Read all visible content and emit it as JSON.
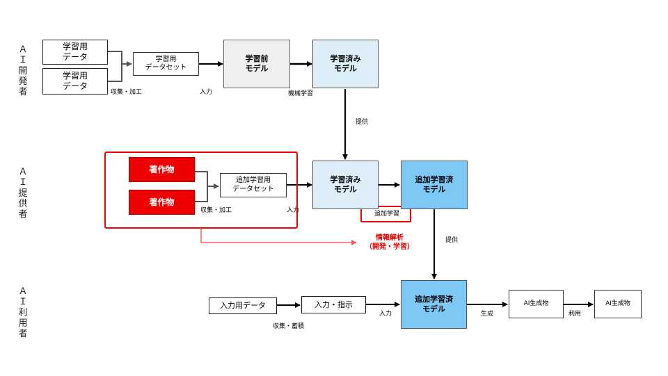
{
  "roles": {
    "developer": "ＡＩ開発者",
    "provider": "ＡＩ提供者",
    "user": "ＡＩ利用者"
  },
  "dev": {
    "data1": "学習用\nデータ",
    "data2": "学習用\nデータ",
    "dataset": "学習用\nデータセット",
    "pre_model": "学習前\nモデル",
    "trained_model": "学習済み\nモデル",
    "collect_label": "収集・加工",
    "input_label": "入力",
    "ml_label": "機械学習",
    "provide_label": "提供"
  },
  "provider": {
    "work1": "著作物",
    "work2": "著作物",
    "dataset": "追加学習用\nデータセット",
    "trained_model": "学習済み\nモデル",
    "additional_model": "追加学習済\nモデル",
    "collect_label": "収集・加工",
    "input_label": "入力",
    "additional_label": "追加学習",
    "analysis_label": "情報解析\n（開発・学習）",
    "provide_label": "提供"
  },
  "user": {
    "input_data": "入力用データ",
    "instruction": "入力・指示",
    "additional_model": "追加学習済\nモデル",
    "output1": "AI生成物",
    "output2": "AI生成物",
    "collect_label": "収集・蓄積",
    "input_label": "入力",
    "generate_label": "生成",
    "use_label": "利用"
  },
  "colors": {
    "accent_red": "#ee0000",
    "light_blue": "#ddeef8",
    "blue": "#7ec8f5",
    "grey": "#efefef"
  }
}
